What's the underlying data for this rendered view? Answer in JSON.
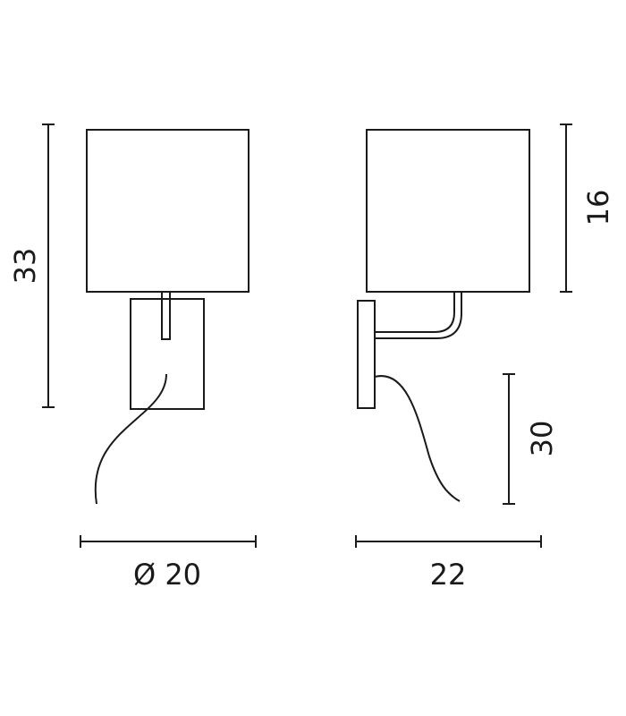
{
  "dimensions": {
    "front_total_height": "33",
    "front_diameter": "Ø 20",
    "side_shade_height": "16",
    "side_depth": "22",
    "side_mount_height": "30"
  },
  "colors": {
    "line": "#1a1a1a",
    "background": "#ffffff"
  }
}
